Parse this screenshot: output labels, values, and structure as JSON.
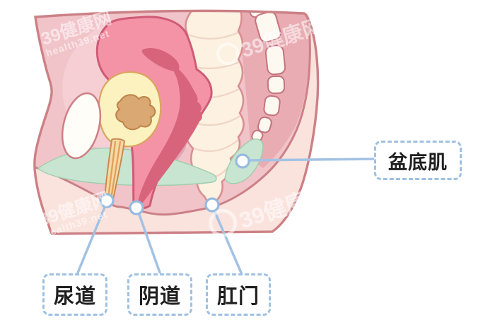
{
  "diagram": {
    "labels": {
      "pelvic_floor": "盆底肌",
      "urethra": "尿道",
      "vagina": "阴道",
      "anus": "肛门"
    },
    "watermark": {
      "brand": "39健康网",
      "domain": "health39.net"
    },
    "colors": {
      "leader_blue": "#a3c2e3",
      "marker_ring_blue": "#96bbdf",
      "label_border_blue": "#9fc0e2",
      "label_text": "#1f1f1f",
      "body_outline": "#cc8086",
      "inner_pink": "#f1c4c9",
      "outer_light_pink": "#fae3dd",
      "sacrum_band_pink": "#e9acb3",
      "uterus_pink": "#f493a6",
      "uterus_outline": "#cf5b76",
      "uterus_cavity": "#d8647c",
      "bladder_yellow": "#fbf2c0",
      "bladder_outline": "#dba45e",
      "trigone_tan": "#d9a873",
      "urethra_tan": "#f6d9a5",
      "colon_cream": "#fdf2e1",
      "colon_outline": "#d98f94",
      "pelvic_floor_green": "#c8e5d1",
      "bone_white": "#fdf9f1",
      "bone_outline": "#c4737e"
    }
  }
}
